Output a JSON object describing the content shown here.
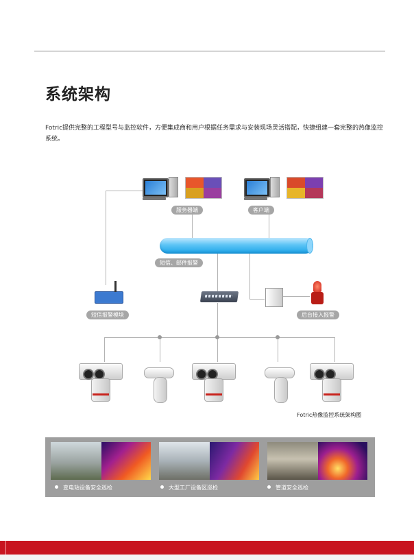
{
  "section_title": "系统架构",
  "intro_text": "Fotric提供完整的工程型号与监控软件，方便集成商和用户根据任务需求与安装现场灵活搭配，快捷组建一套完整的热像监控系统。",
  "diagram": {
    "server_label": "服务器端",
    "client_label": "客户端",
    "bus_label": "短信、邮件报警",
    "sms_module_label": "短信报警模块",
    "backend_alarm_label": "后台接入报警",
    "caption": "Fotric热像监控系统架构图"
  },
  "applications": [
    {
      "label": "变电站设备安全巡检"
    },
    {
      "label": "大型工厂设备区巡检"
    },
    {
      "label": "管道安全巡检"
    }
  ],
  "colors": {
    "accent_red": "#c8141f",
    "bus_blue": "#1aa3e8",
    "label_gray": "#a6a6a6"
  }
}
